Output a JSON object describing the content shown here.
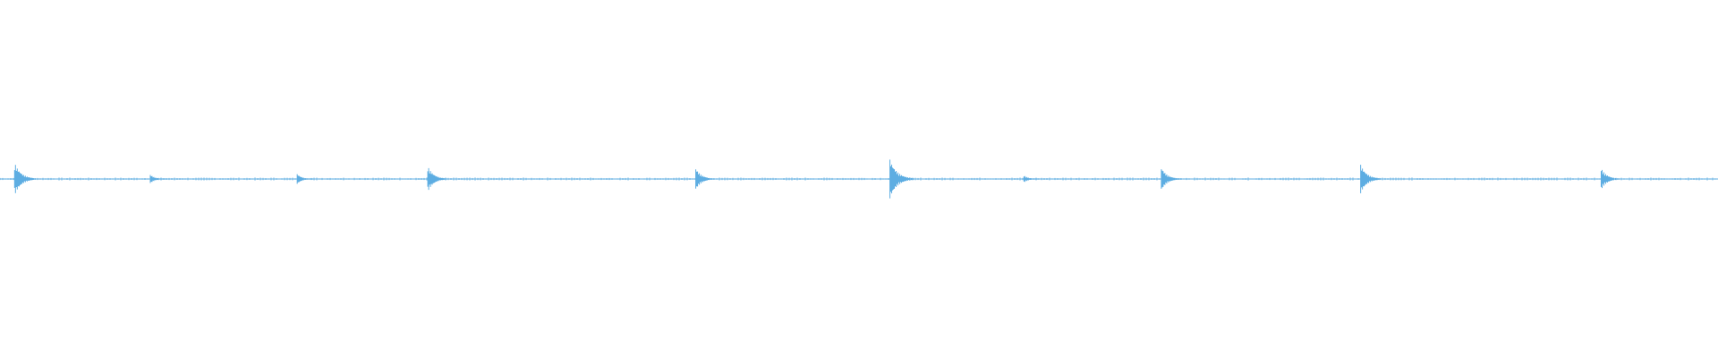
{
  "waveform": {
    "color": "#5dade2",
    "background": "#ffffff",
    "baseline_fraction": 0.5,
    "transients": [
      {
        "t": 0.0085,
        "amplitude": 0.045
      },
      {
        "t": 0.0875,
        "amplitude": 0.012
      },
      {
        "t": 0.173,
        "amplitude": 0.014
      },
      {
        "t": 0.249,
        "amplitude": 0.035
      },
      {
        "t": 0.405,
        "amplitude": 0.03
      },
      {
        "t": 0.518,
        "amplitude": 0.055
      },
      {
        "t": 0.596,
        "amplitude": 0.01
      },
      {
        "t": 0.676,
        "amplitude": 0.032
      },
      {
        "t": 0.792,
        "amplitude": 0.04
      },
      {
        "t": 0.932,
        "amplitude": 0.03
      }
    ]
  }
}
